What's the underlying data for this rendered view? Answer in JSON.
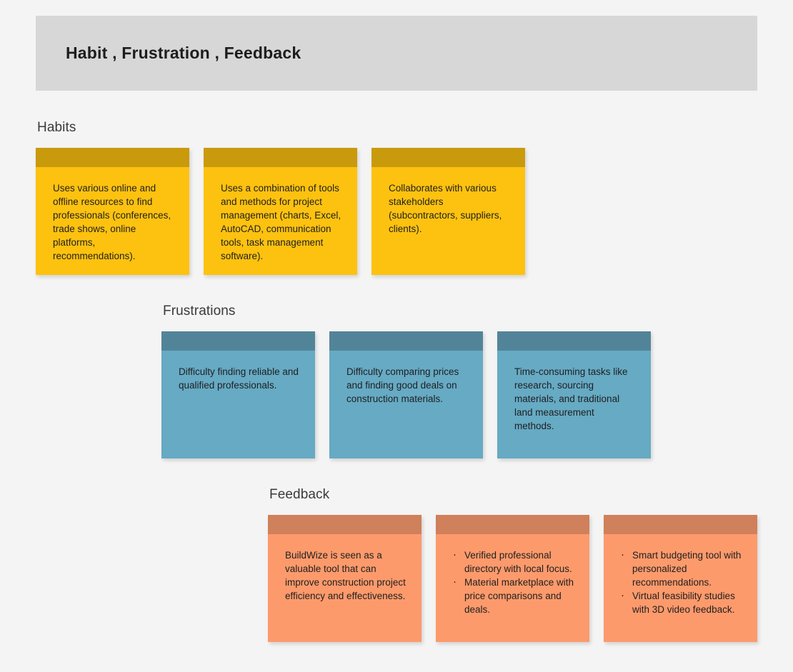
{
  "header": {
    "title": "Habit , Frustration , Feedback",
    "background_color": "#d7d7d7"
  },
  "page": {
    "background_color": "#f4f4f4"
  },
  "sections": [
    {
      "id": "habits",
      "label": "Habits",
      "strip_color": "#c99a0c",
      "body_color": "#fdc20f",
      "cards": [
        {
          "type": "paragraph",
          "text": "Uses various online and offline resources to find professionals (conferences, trade shows, online platforms, recommendations)."
        },
        {
          "type": "paragraph",
          "text": "Uses a combination of tools and methods for project management (charts, Excel, AutoCAD, communication tools, task management software)."
        },
        {
          "type": "paragraph",
          "text": "Collaborates with various stakeholders (subcontractors, suppliers, clients)."
        }
      ]
    },
    {
      "id": "frustrations",
      "label": "Frustrations",
      "strip_color": "#528499",
      "body_color": "#66aac4",
      "cards": [
        {
          "type": "paragraph",
          "text": "Difficulty finding reliable and qualified professionals."
        },
        {
          "type": "paragraph",
          "text": "Difficulty comparing prices and finding good deals on construction materials."
        },
        {
          "type": "paragraph",
          "text": "Time-consuming tasks like research, sourcing materials, and traditional land measurement methods."
        }
      ]
    },
    {
      "id": "feedback",
      "label": "Feedback",
      "strip_color": "#d0805a",
      "body_color": "#fd9a6c",
      "cards": [
        {
          "type": "paragraph",
          "text": "BuildWize is seen as a valuable tool that can improve construction project efficiency and effectiveness."
        },
        {
          "type": "bullets",
          "items": [
            "Verified professional directory with local focus.",
            "Material marketplace with price comparisons and deals."
          ]
        },
        {
          "type": "bullets",
          "items": [
            "Smart budgeting tool with personalized recommendations.",
            "Virtual feasibility studies with 3D video feedback."
          ]
        }
      ]
    }
  ]
}
